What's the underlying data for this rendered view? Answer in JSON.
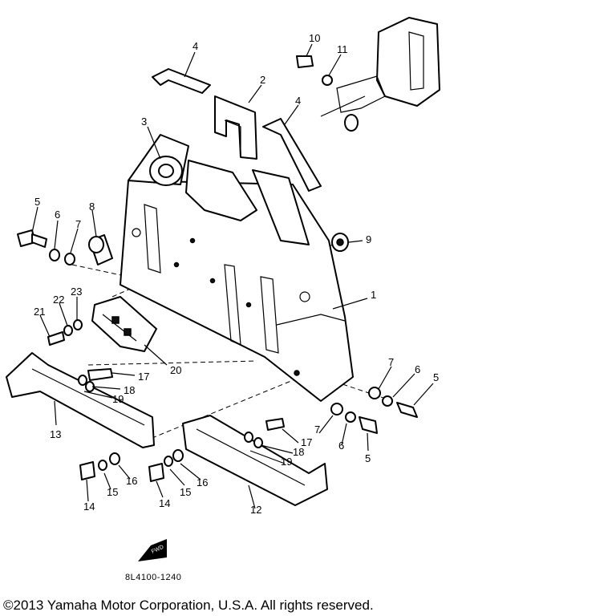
{
  "callouts": {
    "c1": "1",
    "c2": "2",
    "c3": "3",
    "c4a": "4",
    "c4b": "4",
    "c5a": "5",
    "c5b": "5",
    "c5c": "5",
    "c6a": "6",
    "c6b": "6",
    "c6c": "6",
    "c7a": "7",
    "c7b": "7",
    "c7c": "7",
    "c8": "8",
    "c9": "9",
    "c10": "10",
    "c11": "11",
    "c12": "12",
    "c13": "13",
    "c14a": "14",
    "c14b": "14",
    "c15a": "15",
    "c15b": "15",
    "c16a": "16",
    "c16b": "16",
    "c17a": "17",
    "c17b": "17",
    "c18a": "18",
    "c18b": "18",
    "c19a": "19",
    "c19b": "19",
    "c20": "20",
    "c21": "21",
    "c22": "22",
    "c23": "23"
  },
  "fwd_label": "FWD",
  "diagram_code": "8L4100-1240",
  "copyright": "©2013 Yamaha Motor Corporation, U.S.A. All rights reserved."
}
